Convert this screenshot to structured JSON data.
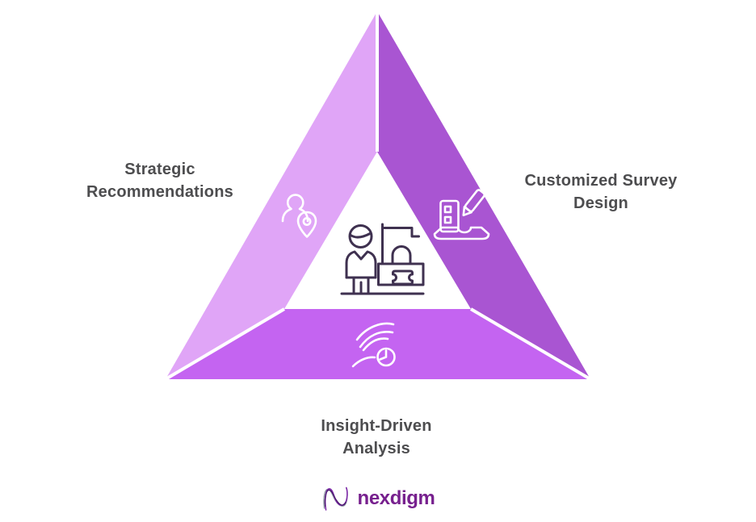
{
  "diagram": {
    "type": "triangle-infographic",
    "segments": [
      {
        "position": "left",
        "label": "Strategic Recommendations",
        "label_line1": "Strategic",
        "label_line2": "Recommendations",
        "color": "#E0A5F7",
        "icon": "user-location-icon"
      },
      {
        "position": "right",
        "label": "Customized Survey Design",
        "label_line1": "Customized Survey",
        "label_line2": "Design",
        "color": "#A955D2",
        "icon": "survey-design-icon"
      },
      {
        "position": "bottom",
        "label": "Insight-Driven Analysis",
        "label_line1": "Insight-Driven",
        "label_line2": "Analysis",
        "color": "#C464F1",
        "icon": "insight-speed-icon"
      }
    ],
    "center_icon": "person-at-kiosk-icon"
  },
  "branding": {
    "logo_text": "nexdigm",
    "logo_color": "#77208E"
  },
  "colors": {
    "left_segment": "#E0A5F7",
    "right_segment": "#A955D2",
    "bottom_segment": "#C464F1",
    "label_text": "#4D4D4F",
    "segment_icon_stroke": "#FFFFFF",
    "center_icon_stroke": "#3F3150",
    "divider": "#FFFFFF",
    "background": "#FFFFFF"
  }
}
